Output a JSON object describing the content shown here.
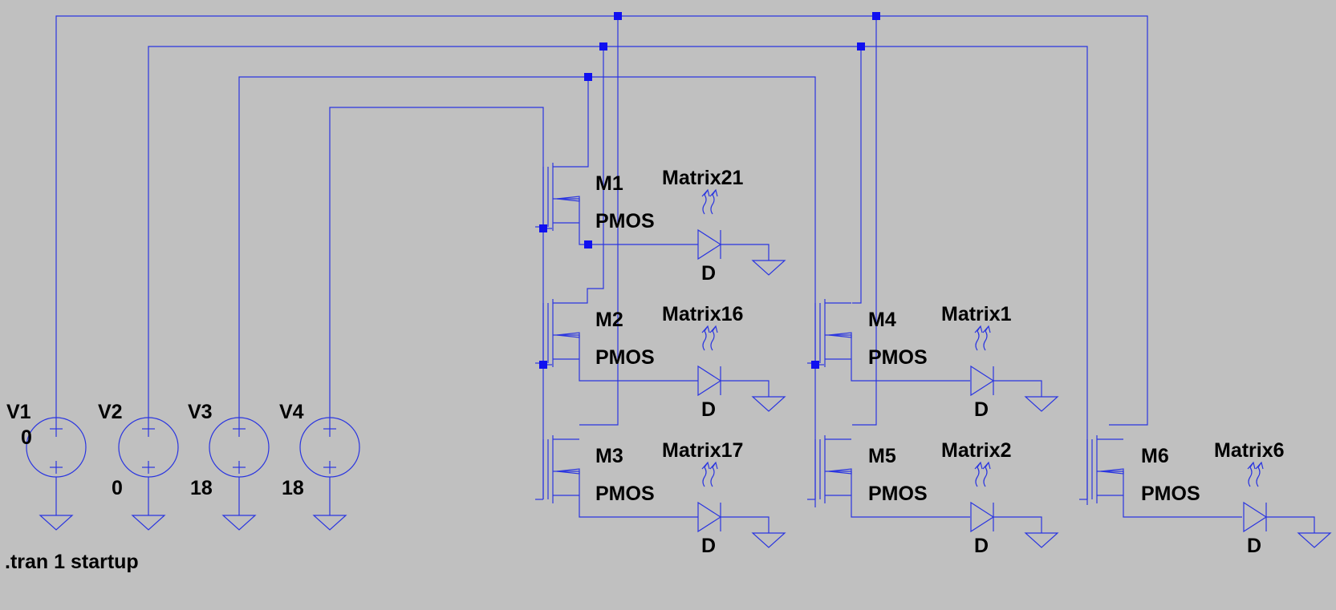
{
  "directive": ".tran 1 startup",
  "sources": [
    {
      "name": "V1",
      "value": "0"
    },
    {
      "name": "V2",
      "value": "0"
    },
    {
      "name": "V3",
      "value": "18"
    },
    {
      "name": "V4",
      "value": "18"
    }
  ],
  "mosfets": [
    {
      "name": "M1",
      "model": "PMOS",
      "led": "Matrix21",
      "diode": "D"
    },
    {
      "name": "M2",
      "model": "PMOS",
      "led": "Matrix16",
      "diode": "D"
    },
    {
      "name": "M3",
      "model": "PMOS",
      "led": "Matrix17",
      "diode": "D"
    },
    {
      "name": "M4",
      "model": "PMOS",
      "led": "Matrix1",
      "diode": "D"
    },
    {
      "name": "M5",
      "model": "PMOS",
      "led": "Matrix2",
      "diode": "D"
    },
    {
      "name": "M6",
      "model": "PMOS",
      "led": "Matrix6",
      "diode": "D"
    }
  ],
  "colors": {
    "background": "#c0c0c0",
    "wire": "#2a35e0",
    "junction": "#1010f0",
    "text": "#000000"
  }
}
